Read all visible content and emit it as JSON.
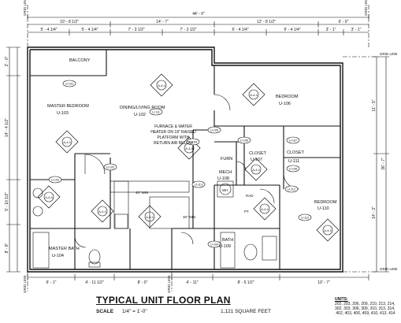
{
  "plan": {
    "title": "TYPICAL UNIT FLOOR PLAN",
    "scale_label": "SCALE",
    "scale_value": "1/4\" = 1'-0\"",
    "area": "1,121 SQUARE FEET",
    "units_heading": "UNITS:",
    "units_lines": [
      "202, 203, 206, 209, 210, 213, 214,",
      "302, 303, 306, 309, 310, 313, 314,",
      "402, 403, 406, 409, 410, 413, 414"
    ],
    "overall_dimension": "44' - 0\"",
    "grid_line_label": "GRID LINE",
    "top_dimensions": [
      "10' - 8 1/2\"",
      "14' - 7\"",
      "12' - 8 1/2\"",
      "6' - 0\""
    ],
    "top_sub_dimensions": [
      "5' - 4 1/4\"",
      "5' - 4 1/4\"",
      "7' - 3 1/2\"",
      "7' - 3 1/2\"",
      "6' - 4 1/4\"",
      "6' - 4 1/4\"",
      "3' - 1\"",
      "3' - 1\""
    ],
    "bottom_dimensions": [
      "6' - 1\"",
      "4' - 11 1/2\"",
      "8' - 0\"",
      "4' - 11\"",
      "8' - 5 1/2\"",
      "10' - 7\""
    ],
    "left_dimensions": [
      "2' - 0\"",
      "14' - 4 1/2\"",
      "5' - 10 1/2\"",
      "8' - 8\""
    ],
    "right_dimensions": [
      "11' - 5\"",
      "36' - 7\"",
      "14' - 3\""
    ],
    "rooms": [
      {
        "name": "BALCONY",
        "tag": ""
      },
      {
        "name": "MASTER BEDROOM",
        "tag": "U-103"
      },
      {
        "name": "DINING/LIVING ROOM",
        "tag": "U-102"
      },
      {
        "name": "BEDROOM",
        "tag": "U-106"
      },
      {
        "name": "CLOSET",
        "tag": "U-107"
      },
      {
        "name": "CLOSET",
        "tag": "U-111"
      },
      {
        "name": "FURN",
        "tag": ""
      },
      {
        "name": "MECH",
        "tag": "U-108"
      },
      {
        "name": "BEDROOM",
        "tag": "U-110"
      },
      {
        "name": "MASTER BATH",
        "tag": "U-104"
      },
      {
        "name": "BATH",
        "tag": "U-109"
      }
    ],
    "furnace_note": [
      "FURNACE & WATER",
      "HEATER ON 18\" RAISED",
      "PLATFORM WITH",
      "RETURN AIR BELOW"
    ],
    "elevation_tags": [
      "A-4.4",
      "A-4.4",
      "A-4.4",
      "A-4.4",
      "A-4.4",
      "A-4.4",
      "A-4.4",
      "A-4.4",
      "A-4.4",
      "A-4.4"
    ],
    "door_tags": [
      "U-101",
      "U-102",
      "U-103",
      "U-104",
      "U-105",
      "U-106",
      "U-107",
      "U-108",
      "U-109",
      "U-110",
      "U-111",
      "U-112",
      "U-113"
    ],
    "small_labels": [
      "40\" MIN",
      "30\" MIN",
      "WH",
      "RAD",
      "PT"
    ]
  }
}
